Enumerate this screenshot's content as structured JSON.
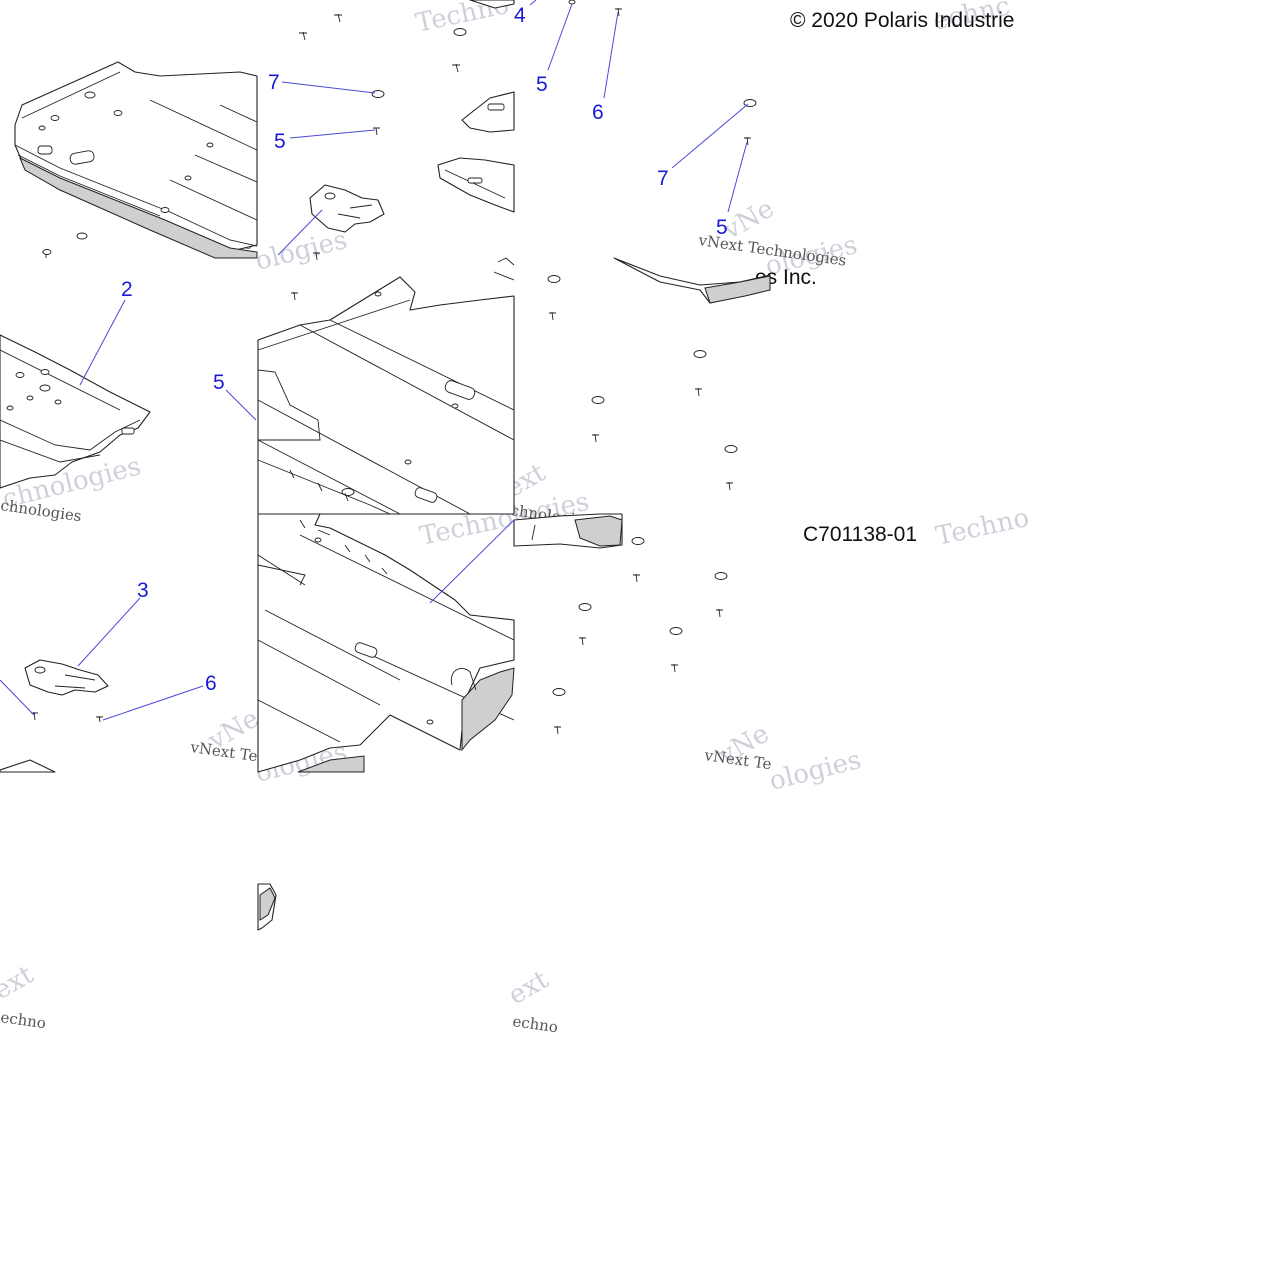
{
  "copyright": "© 2020 Polaris Industrie",
  "copyright_fragment": "es Inc.",
  "drawing_code": "C701138-01",
  "watermark": {
    "brand_line": "vNext Technologies",
    "word_a": "vNext",
    "word_b": "Technologies",
    "frag_a": "vNext Te",
    "frag_b": "chnologies",
    "frag_c": "Techno",
    "frag_d": "ext",
    "frag_e": "vNe",
    "frag_f": "ologies",
    "frag_g": "echno",
    "frag_h": "echnc"
  },
  "callouts": {
    "c4": "4",
    "c5a": "5",
    "c6a": "6",
    "c7a": "7",
    "c5b": "5",
    "c7b": "7",
    "c5c": "5",
    "c2": "2",
    "c5d": "5",
    "c3": "3",
    "c6b": "6"
  }
}
